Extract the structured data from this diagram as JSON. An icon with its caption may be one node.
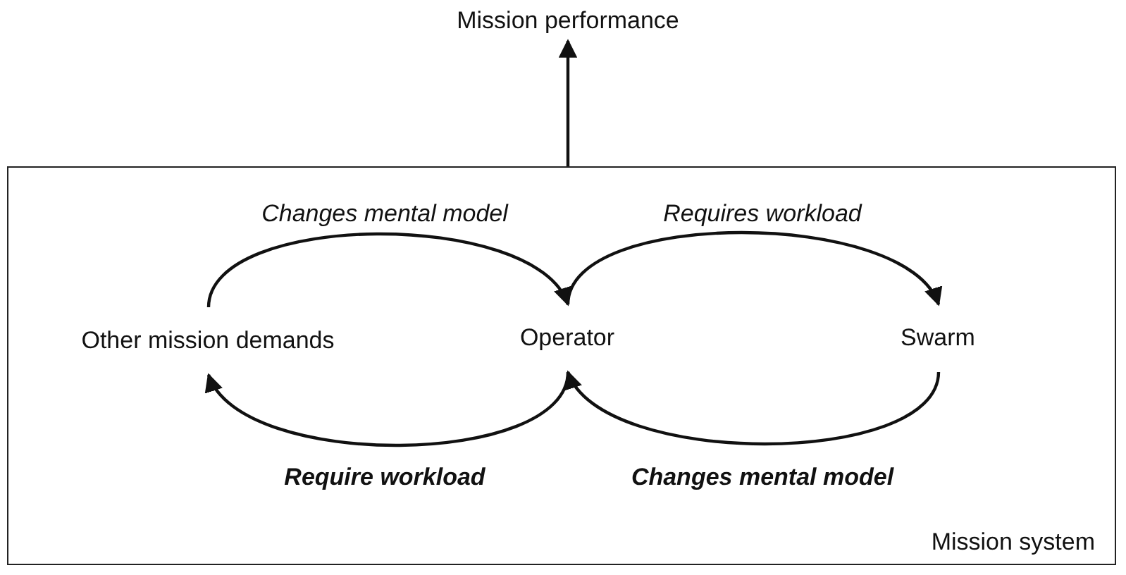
{
  "diagram": {
    "nodes": [
      {
        "text": [
          "Mission performance"
        ]
      },
      {
        "text": [
          "Mission system"
        ]
      },
      {
        "text": [
          "Other mission demands"
        ],
        "in": 1
      },
      {
        "text": [
          "Operator"
        ],
        "in": 1
      },
      {
        "text": [
          "Swarm"
        ],
        "in": 1
      }
    ],
    "edges": [
      {
        "from": 1,
        "to": 0,
        "arrow": "to"
      },
      {
        "from": 2,
        "to": 3,
        "arrow": "to",
        "label": "Changes mental model"
      },
      {
        "from": 3,
        "to": 4,
        "arrow": "to",
        "label": "Requires workload"
      },
      {
        "from": 3,
        "to": 2,
        "arrow": "to",
        "label": "Require workload"
      },
      {
        "from": 4,
        "to": 3,
        "arrow": "to",
        "label": "Changes mental model"
      }
    ]
  }
}
